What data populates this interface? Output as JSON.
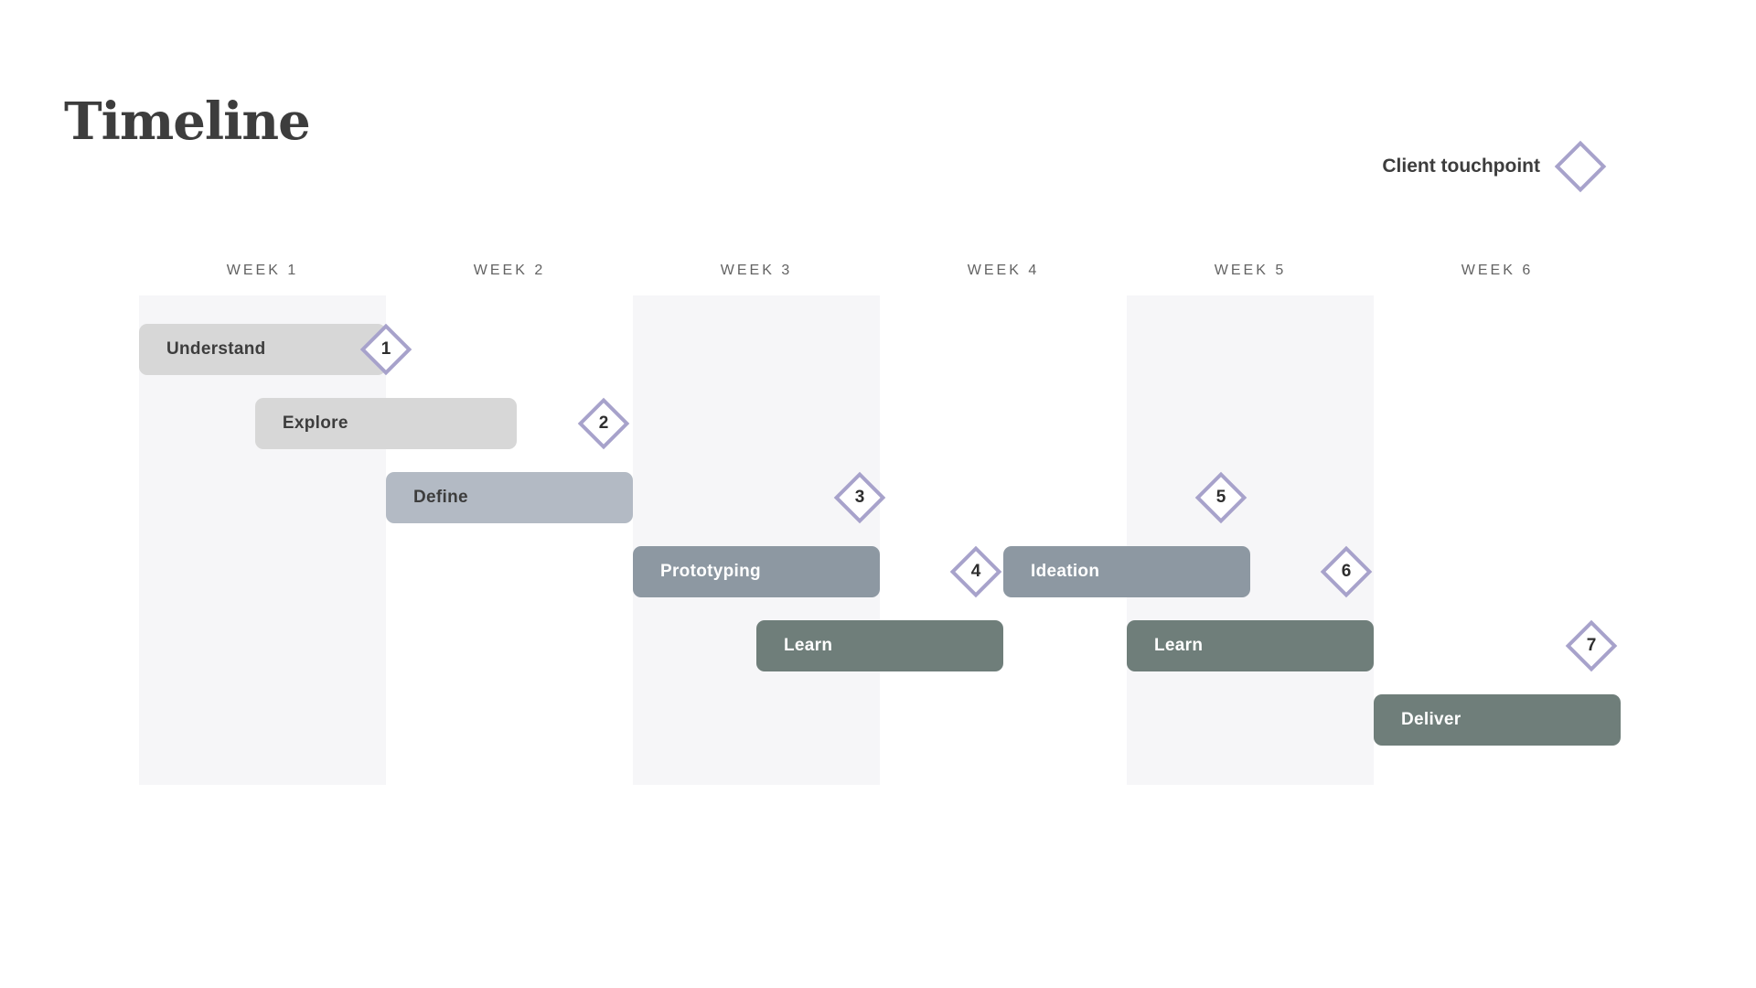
{
  "title": "Timeline",
  "legend": {
    "label": "Client touchpoint"
  },
  "weeks": [
    "WEEK 1",
    "WEEK 2",
    "WEEK 3",
    "WEEK 4",
    "WEEK 5",
    "WEEK 6"
  ],
  "shaded_week_columns": [
    1,
    3,
    5
  ],
  "palette": {
    "background": "#ffffff",
    "column_shade": "#f6f6f8",
    "bar_light": "#d7d7d7",
    "bar_steel": "#b3bac4",
    "bar_slate": "#8d98a2",
    "bar_sage": "#6f7e7a",
    "text_dark": "#3d3d3d",
    "text_light": "#ffffff",
    "week_label": "#636363",
    "milestone_border": "#a7a2cb",
    "milestone_number": "#2e2e2e"
  },
  "tasks": [
    {
      "label": "Understand",
      "row": 0,
      "start_week": 0.0,
      "end_week": 1.0,
      "color": "bar_light",
      "text_color": "text_dark"
    },
    {
      "label": "Explore",
      "row": 1,
      "start_week": 0.47,
      "end_week": 1.53,
      "color": "bar_light",
      "text_color": "text_dark"
    },
    {
      "label": "Define",
      "row": 2,
      "start_week": 1.0,
      "end_week": 2.0,
      "color": "bar_steel",
      "text_color": "text_dark"
    },
    {
      "label": "Prototyping",
      "row": 3,
      "start_week": 2.0,
      "end_week": 3.0,
      "color": "bar_slate",
      "text_color": "text_light"
    },
    {
      "label": "Ideation",
      "row": 3,
      "start_week": 3.5,
      "end_week": 4.5,
      "color": "bar_slate",
      "text_color": "text_light"
    },
    {
      "label": "Learn",
      "row": 4,
      "start_week": 2.5,
      "end_week": 3.5,
      "color": "bar_sage",
      "text_color": "text_light"
    },
    {
      "label": "Learn",
      "row": 4,
      "start_week": 4.0,
      "end_week": 5.0,
      "color": "bar_sage",
      "text_color": "text_light"
    },
    {
      "label": "Deliver",
      "row": 5,
      "start_week": 5.0,
      "end_week": 6.0,
      "color": "bar_sage",
      "text_color": "text_light"
    }
  ],
  "milestones": [
    {
      "number": "1",
      "week": 1.0,
      "row": 0
    },
    {
      "number": "2",
      "week": 1.88,
      "row": 1
    },
    {
      "number": "3",
      "week": 2.92,
      "row": 2
    },
    {
      "number": "4",
      "week": 3.39,
      "row": 3
    },
    {
      "number": "5",
      "week": 4.38,
      "row": 2
    },
    {
      "number": "6",
      "week": 4.89,
      "row": 3
    },
    {
      "number": "7",
      "week": 5.88,
      "row": 4
    }
  ]
}
